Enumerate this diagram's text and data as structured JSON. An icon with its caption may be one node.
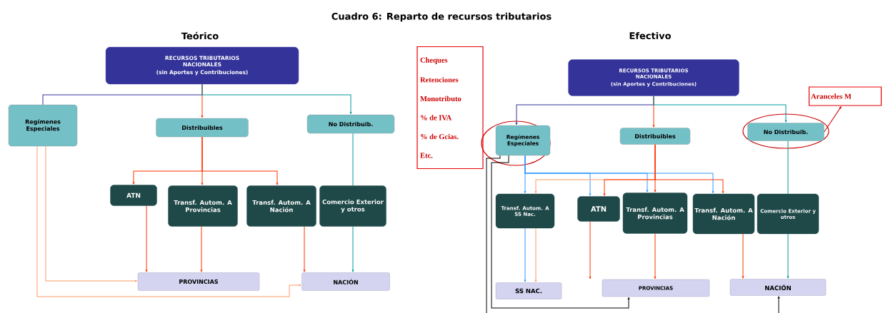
{
  "diagram": {
    "title": "Cuadro 6: Reparto de recursos tributarios",
    "nodes": [
      {
        "text": [
          "RECURSOS TRIBUTARIOS NACIONALES",
          "(sin Aportes y Contribuciones)"
        ]
      },
      {
        "text": [
          "Regímenes Especiales"
        ]
      },
      {
        "text": [
          "Distribuibles"
        ]
      },
      {
        "text": [
          "No Distribuib."
        ]
      },
      {
        "text": [
          "ATN"
        ]
      },
      {
        "text": [
          "Transf. Autom. A Provincias"
        ]
      },
      {
        "text": [
          "Transf. Autom. A Nación"
        ]
      },
      {
        "text": [
          "Comercio Exterior y otros"
        ]
      },
      {
        "text": [
          "PROVINCIAS"
        ]
      },
      {
        "text": [
          "NACIÓN"
        ]
      },
      {
        "text": [
          "Cheques",
          "Retenciones",
          "Monotributo",
          "% de IVA",
          "% de Gcias.",
          "Etc."
        ]
      },
      {
        "text": [
          "RECURSOS TRIBUTARIOS NACIONALES",
          "(sin Aportes y Contribuciones)"
        ]
      },
      {
        "text": [
          "Regímenes Especiales"
        ]
      },
      {
        "text": [
          "Distribuibles"
        ]
      },
      {
        "text": [
          "No Distribuib."
        ]
      },
      {
        "text": [
          "Aranceles M"
        ]
      },
      {
        "text": [
          "Transf. Autom. A SS Nac."
        ]
      },
      {
        "text": [
          "ATN"
        ]
      },
      {
        "text": [
          "Transf. Autom. A Provincias"
        ]
      },
      {
        "text": [
          "Transf. Autom. A Nación"
        ]
      },
      {
        "text": [
          "Comercio Exterior y otros"
        ]
      },
      {
        "text": [
          "SS NAC."
        ]
      },
      {
        "text": [
          "PROVINCIAS"
        ]
      },
      {
        "text": [
          "NACIÓN"
        ]
      }
    ],
    "edges": [
      {
        "from": 0,
        "to": 1,
        "arrow": "none",
        "color": "#333399"
      },
      {
        "from": 0,
        "to": 2,
        "arrow": "to"
      },
      {
        "from": 0,
        "to": 3,
        "arrow": "to",
        "color": "#009999"
      },
      {
        "from": 2,
        "to": 4,
        "arrow": "to"
      },
      {
        "from": 2,
        "to": 5,
        "arrow": "to"
      },
      {
        "from": 2,
        "to": 6,
        "arrow": "to"
      },
      {
        "from": 3,
        "to": 7,
        "arrow": "none",
        "color": "#009999"
      },
      {
        "from": 4,
        "to": 8,
        "arrow": "to"
      },
      {
        "from": 5,
        "to": 8,
        "arrow": "to"
      },
      {
        "from": 6,
        "to": 9,
        "arrow": "to"
      },
      {
        "from": 7,
        "to": 9,
        "arrow": "to",
        "color": "#009999"
      },
      {
        "from": 1,
        "to": 8,
        "arrow": "to",
        "color": "#ff9966"
      },
      {
        "from": 1,
        "to": 9,
        "arrow": "to",
        "color": "#ff9966"
      },
      {
        "from": 11,
        "to": 12,
        "arrow": "to",
        "color": "#333399"
      },
      {
        "from": 11,
        "to": 13,
        "arrow": "to"
      },
      {
        "from": 11,
        "to": 14,
        "arrow": "to",
        "color": "#009999"
      },
      {
        "from": 14,
        "to": 15,
        "arrow": "to",
        "color": "#cc0000"
      },
      {
        "from": 12,
        "to": 16,
        "arrow": "to",
        "color": "#3399ff"
      },
      {
        "from": 12,
        "to": 17,
        "arrow": "to",
        "color": "#3399ff"
      },
      {
        "from": 12,
        "to": 18,
        "arrow": "to",
        "color": "#3399ff"
      },
      {
        "from": 12,
        "to": 19,
        "arrow": "to",
        "color": "#3399ff"
      },
      {
        "from": 13,
        "to": 16,
        "arrow": "to",
        "color": "#ff9966"
      },
      {
        "from": 13,
        "to": 17,
        "arrow": "to"
      },
      {
        "from": 13,
        "to": 18,
        "arrow": "to"
      },
      {
        "from": 13,
        "to": 19,
        "arrow": "to"
      },
      {
        "from": 14,
        "to": 20,
        "arrow": "none",
        "color": "#009999"
      },
      {
        "from": 16,
        "to": 21,
        "arrow": "to",
        "color": "#3399ff"
      },
      {
        "from": 16,
        "to": 21,
        "arrow": "to",
        "color": "#ff9966"
      },
      {
        "from": 17,
        "to": 22,
        "arrow": "to"
      },
      {
        "from": 18,
        "to": 22,
        "arrow": "to"
      },
      {
        "from": 19,
        "to": 23,
        "arrow": "to"
      },
      {
        "from": 20,
        "to": 23,
        "arrow": "to",
        "color": "#009999"
      },
      {
        "from": 12,
        "to": 22,
        "arrow": "to",
        "color": "#000000"
      },
      {
        "from": 12,
        "to": 23,
        "arrow": "to",
        "color": "#000000"
      }
    ],
    "labels": [
      "Teórico",
      "Efectivo"
    ]
  }
}
